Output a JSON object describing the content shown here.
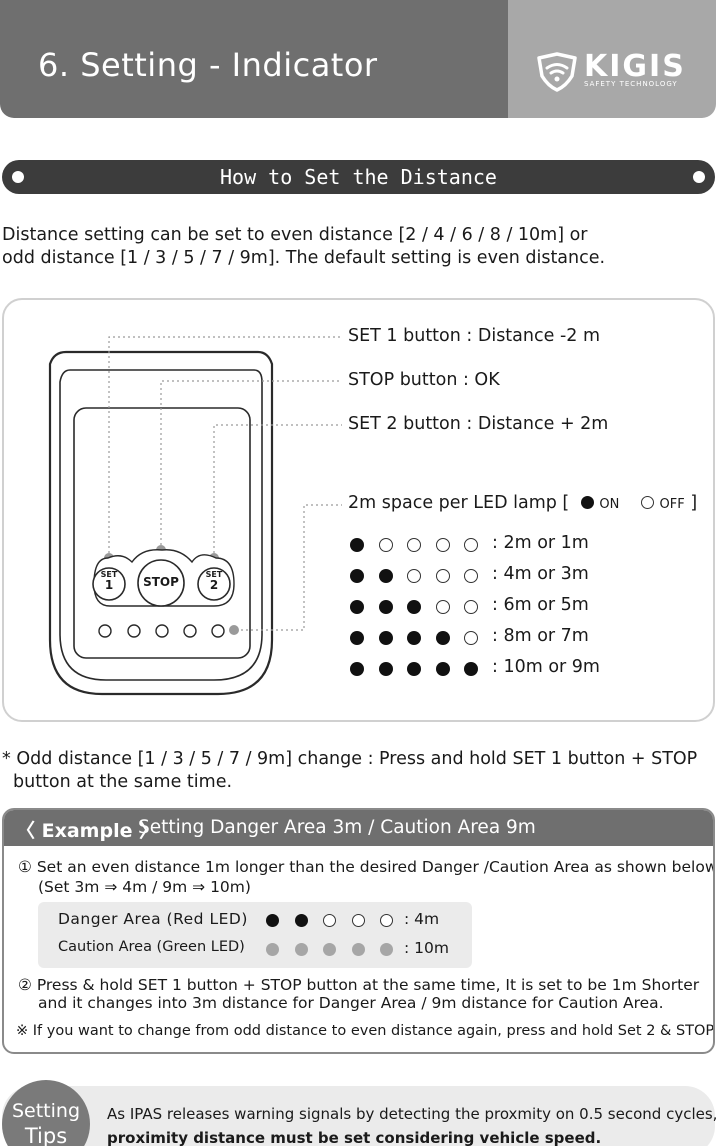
{
  "header": {
    "title": "6. Setting - Indicator",
    "logo_text": "KIGIS",
    "logo_sub": "SAFETY TECHNOLOGY"
  },
  "section": {
    "title": "How to Set the Distance"
  },
  "intro": {
    "line1": "Distance setting can be set to even distance [2 / 4 / 6 / 8 / 10m] or",
    "line2": "odd distance [1 / 3 / 5 / 7 / 9m]. The default setting is even distance."
  },
  "device": {
    "set1_label": "SET",
    "set1_num": "1",
    "stop_label": "STOP",
    "set2_label": "SET",
    "set2_num": "2",
    "callouts": {
      "set1": "SET 1 button : Distance -2 m",
      "stop": "STOP button : OK",
      "set2": "SET 2 button : Distance + 2m",
      "lamp_prefix": "2m space per LED lamp [",
      "lamp_on": "ON",
      "lamp_off": "OFF",
      "lamp_suffix": "]"
    }
  },
  "led_table": [
    {
      "on": 1,
      "text": ":  2m or 1m"
    },
    {
      "on": 2,
      "text": ":  4m or 3m"
    },
    {
      "on": 3,
      "text": ":  6m or 5m"
    },
    {
      "on": 4,
      "text": ":  8m or 7m"
    },
    {
      "on": 5,
      "text": ":  10m or 9m"
    }
  ],
  "odd_note": {
    "line1": "* Odd distance [1 / 3 / 5 / 7 / 9m] change : Press and hold SET 1 button + STOP",
    "line2": "button at the same time."
  },
  "example": {
    "tag": "〈 Example 〉",
    "title": "Setting Danger Area 3m / Caution Area 9m",
    "step1_line1": "① Set an even distance 1m longer than the desired Danger /Caution Area  as  shown below.",
    "step1_line2": "(Set 3m ⇒ 4m / 9m ⇒ 10m)",
    "danger_label": "Danger Area (Red LED)",
    "danger_value": ": 4m",
    "danger_on": 2,
    "caution_label": "Caution Area (Green LED)",
    "caution_value": ": 10m",
    "caution_on": 5,
    "step2_line1": "② Press & hold SET 1 button + STOP button at the same time, It is set to be 1m Shorter",
    "step2_line2": "and it changes into 3m distance for Danger Area / 9m distance for Caution Area.",
    "note": "※ If you want to change from odd distance to even distance again, press and hold Set 2 & STOP."
  },
  "tips": {
    "badge_line1": "Setting",
    "badge_line2": "Tips",
    "line1": "As IPAS releases warning signals by detecting the proxmity on 0.5 second cycles,",
    "line2": "proximity distance must be set considering vehicle speed."
  },
  "colors": {
    "header_dark": "#6f6f6f",
    "header_light": "#a8a8a8",
    "section_bar": "#3c3c3c",
    "led_on": "#111111",
    "led_green": "#a6a6a6"
  }
}
